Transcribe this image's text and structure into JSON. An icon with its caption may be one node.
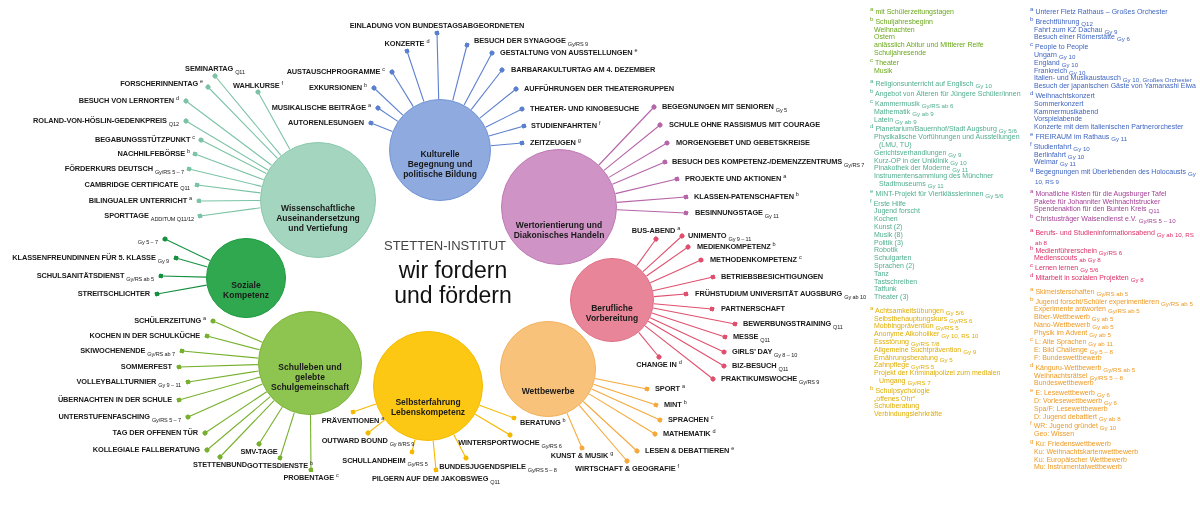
{
  "diagram": {
    "title": "STETTEN-INSTITUT",
    "nodes": [
      {
        "text": [
          "Wissenschaftliche Auseinandersetzung und Vertiefung"
        ]
      },
      {
        "text": [
          "SEMINARTAG $_{Q11}$"
        ]
      },
      {
        "text": [
          "FORSCHERINNENTAG $^{e}$"
        ]
      },
      {
        "text": [
          "WAHLKURSE $^{f}$"
        ]
      },
      {
        "text": [
          "BESUCH VON LERNORTEN $^{d}$"
        ]
      },
      {
        "text": [
          "ROLAND-VON-HÖSLIN-GEDENKPREIS $_{Q12}$"
        ]
      },
      {
        "text": [
          "BEGABUNGSSTÜTZPUNKT $^{c}$"
        ]
      },
      {
        "text": [
          "NACHHILFEBÖRSE $^{b}$"
        ]
      },
      {
        "text": [
          "FÖRDERKURS DEUTSCH $_{Gy/RS 5 – 7}$"
        ]
      },
      {
        "text": [
          "CAMBRIDGE CERTIFICATE $_{Q11}$"
        ]
      },
      {
        "text": [
          "BILINGUALER UNTERRICHT $^{a}$"
        ]
      },
      {
        "text": [
          "SPORTTAGE $_{ADDITUM Q11/12}$"
        ]
      },
      {
        "text": [
          "Kulturelle Begegnung und politische Bildung"
        ]
      },
      {
        "text": [
          "EINLADUNG VON BUNDESTAGSABGEORDNETEN"
        ]
      },
      {
        "text": [
          "KONZERTE $^{d}$"
        ]
      },
      {
        "text": [
          "BESUCH DER SYNAGOGE $_{Gy/RS 9}$"
        ]
      },
      {
        "text": [
          "AUSTAUSCHPROGRAMME $^{c}$"
        ]
      },
      {
        "text": [
          "EXKURSIONEN $^{b}$"
        ]
      },
      {
        "text": [
          "GESTALTUNG VON AUSSTELLUNGEN $^{e}$"
        ]
      },
      {
        "text": [
          "BARBARAKULTURTAG AM 4. DEZEMBER"
        ]
      },
      {
        "text": [
          "MUSIKALISCHE BEITRÄGE $^{a}$"
        ]
      },
      {
        "text": [
          "AUFFÜHRUNGEN DER THEATERGRUPPEN"
        ]
      },
      {
        "text": [
          "AUTORENLESUNGEN"
        ]
      },
      {
        "text": [
          "THEATER- UND KINOBESUCHE"
        ]
      },
      {
        "text": [
          "STUDIENFAHRTEN $^{f}$"
        ]
      },
      {
        "text": [
          "ZEITZEUGEN $^{g}$"
        ]
      },
      {
        "text": [
          "Wertorientierung und Diakonisches Handeln"
        ]
      },
      {
        "text": [
          "BEGEGNUNGEN MIT SENIOREN $_{Gy 5}$"
        ]
      },
      {
        "text": [
          "SCHULE OHNE RASSISMUS MIT COURAGE"
        ]
      },
      {
        "text": [
          "MORGENGEBET UND GEBETSKREISE"
        ]
      },
      {
        "text": [
          "BESUCH DES KOMPETENZ-/DEMENZZENTRUMS $_{Gy/RS 7}$"
        ]
      },
      {
        "text": [
          "PROJEKTE UND AKTIONEN $^{a}$"
        ]
      },
      {
        "text": [
          "KLASSEN-PATENSCHAFTEN $^{b}$"
        ]
      },
      {
        "text": [
          "BESINNUNGSTAGE $_{Gy 11}$"
        ]
      },
      {
        "text": [
          "Soziale Kompetenz"
        ]
      },
      {
        "text": [
          "$_{Gy 5 – 7}$"
        ]
      },
      {
        "text": [
          "KLASSENFREUNDINNEN FÜR 5. KLASSE $_{Gy 9}$"
        ]
      },
      {
        "text": [
          "SCHULSANITÄTSDIENST $_{Gy/RS ab 5}$"
        ]
      },
      {
        "text": [
          "STREITSCHLICHTER"
        ]
      },
      {
        "text": [
          "Berufliche Vorbereitung"
        ]
      },
      {
        "text": [
          "BUS-ABEND $^{a}$"
        ]
      },
      {
        "text": [
          "UNIMENTO $_{Gy 9 – 11}$"
        ]
      },
      {
        "text": [
          "MEDIENKOMPETENZ $^{b}$"
        ]
      },
      {
        "text": [
          "METHODENKOMPETENZ $^{c}$"
        ]
      },
      {
        "text": [
          "BETRIEBSBESICHTIGUNGEN"
        ]
      },
      {
        "text": [
          "FRÜHSTUDIUM UNIVERSITÄT AUGSBURG $_{Gy ab 10}$"
        ]
      },
      {
        "text": [
          "PARTNERSCHAFT"
        ]
      },
      {
        "text": [
          "BEWERBUNGSTRAINING $_{Q11}$"
        ]
      },
      {
        "text": [
          "MESSE $_{Q11}$"
        ]
      },
      {
        "text": [
          "GIRLS’ DAY $_{Gy 8 – 10}$"
        ]
      },
      {
        "text": [
          "BIZ-BESUCH $_{Q11}$"
        ]
      },
      {
        "text": [
          "CHANGE IN $^{d}$"
        ]
      },
      {
        "text": [
          "PRAKTIKUMSWOCHE $_{Gy/RS 9}$"
        ]
      },
      {
        "text": [
          "Schulleben und gelebte Schulgemeinschaft"
        ]
      },
      {
        "text": [
          "SCHÜLERZEITUNG $^{a}$"
        ]
      },
      {
        "text": [
          "KOCHEN IN DER SCHULKÜCHE"
        ]
      },
      {
        "text": [
          "SKIWOCHENENDE $_{Gy/RS ab 7}$"
        ]
      },
      {
        "text": [
          "SOMMERFEST"
        ]
      },
      {
        "text": [
          "VOLLEYBALLTURNIER $_{Gy 9 – 11}$"
        ]
      },
      {
        "text": [
          "ÜBERNACHTEN IN DER SCHULE"
        ]
      },
      {
        "text": [
          "UNTERSTUFENFASCHING $_{Gy/RS 5 – 7}$"
        ]
      },
      {
        "text": [
          "TAG DER OFFENEN TÜR"
        ]
      },
      {
        "text": [
          "KOLLEGIALE FALLBERATUNG"
        ]
      },
      {
        "text": [
          "STETTENBUND"
        ]
      },
      {
        "text": [
          "SMV-TAGE"
        ]
      },
      {
        "text": [
          "GOTTESDIENSTE $^{b}$"
        ]
      },
      {
        "text": [
          "PROBENTAGE $^{c}$"
        ]
      },
      {
        "text": [
          "Selbsterfahrung Lebenskompetenz"
        ]
      },
      {
        "text": [
          "PRÄVENTIONEN $^{a}$"
        ]
      },
      {
        "text": [
          "OUTWARD BOUND $_{Gy 8/RS 9}$"
        ]
      },
      {
        "text": [
          "SCHULLANDHEIM $_{Gy/RS 5}$"
        ]
      },
      {
        "text": [
          "PILGERN AUF DEM JAKOBSWEG $_{Q11}$"
        ]
      },
      {
        "text": [
          "BUNDESJUGENDSPIELE $_{Gy/RS 5 – 8}$"
        ]
      },
      {
        "text": [
          "WINTERSPORTWOCHE $_{Gy/RS 6}$"
        ]
      },
      {
        "text": [
          "BERATUNG $^{b}$"
        ]
      },
      {
        "text": [
          "Wettbewerbe"
        ]
      },
      {
        "text": [
          "SPORT $^{a}$"
        ]
      },
      {
        "text": [
          "MINT $^{b}$"
        ]
      },
      {
        "text": [
          "SPRACHEN $^{c}$"
        ]
      },
      {
        "text": [
          "MATHEMATIK $^{d}$"
        ]
      },
      {
        "text": [
          "LESEN & DEBATTIEREN $^{e}$"
        ]
      },
      {
        "text": [
          "KUNST & MUSIK $^{g}$"
        ]
      },
      {
        "text": [
          "WIRTSCHAFT & GEOGRAFIE $^{f}$"
        ]
      }
    ],
    "edges": [
      {
        "from": 0,
        "to": 1,
        "arrow": "other",
        "color": "#7cc3a6"
      },
      {
        "from": 0,
        "to": 2,
        "arrow": "other",
        "color": "#7cc3a6"
      },
      {
        "from": 0,
        "to": 3,
        "arrow": "other",
        "color": "#7cc3a6"
      },
      {
        "from": 0,
        "to": 4,
        "arrow": "other",
        "color": "#7cc3a6"
      },
      {
        "from": 0,
        "to": 5,
        "arrow": "other",
        "color": "#7cc3a6"
      },
      {
        "from": 0,
        "to": 6,
        "arrow": "other",
        "color": "#7cc3a6"
      },
      {
        "from": 0,
        "to": 7,
        "arrow": "other",
        "color": "#7cc3a6"
      },
      {
        "from": 0,
        "to": 8,
        "arrow": "other",
        "color": "#7cc3a6"
      },
      {
        "from": 0,
        "to": 9,
        "arrow": "other",
        "color": "#7cc3a6"
      },
      {
        "from": 0,
        "to": 10,
        "arrow": "other",
        "color": "#7cc3a6"
      },
      {
        "from": 0,
        "to": 11,
        "arrow": "other",
        "color": "#7cc3a6"
      },
      {
        "from": 12,
        "to": 13,
        "arrow": "other",
        "color": "#5b7fcf"
      },
      {
        "from": 12,
        "to": 14,
        "arrow": "other",
        "color": "#5b7fcf"
      },
      {
        "from": 12,
        "to": 15,
        "arrow": "other",
        "color": "#5b7fcf"
      },
      {
        "from": 12,
        "to": 16,
        "arrow": "other",
        "color": "#5b7fcf"
      },
      {
        "from": 12,
        "to": 17,
        "arrow": "other",
        "color": "#5b7fcf"
      },
      {
        "from": 12,
        "to": 18,
        "arrow": "other",
        "color": "#5b7fcf"
      },
      {
        "from": 12,
        "to": 19,
        "arrow": "other",
        "color": "#5b7fcf"
      },
      {
        "from": 12,
        "to": 20,
        "arrow": "other",
        "color": "#5b7fcf"
      },
      {
        "from": 12,
        "to": 21,
        "arrow": "other",
        "color": "#5b7fcf"
      },
      {
        "from": 12,
        "to": 22,
        "arrow": "other",
        "color": "#5b7fcf"
      },
      {
        "from": 12,
        "to": 23,
        "arrow": "other",
        "color": "#5b7fcf"
      },
      {
        "from": 12,
        "to": 24,
        "arrow": "other",
        "color": "#5b7fcf"
      },
      {
        "from": 12,
        "to": 25,
        "arrow": "other",
        "color": "#5b7fcf"
      },
      {
        "from": 26,
        "to": 27,
        "arrow": "other",
        "color": "#b565a8"
      },
      {
        "from": 26,
        "to": 28,
        "arrow": "other",
        "color": "#b565a8"
      },
      {
        "from": 26,
        "to": 29,
        "arrow": "other",
        "color": "#b565a8"
      },
      {
        "from": 26,
        "to": 30,
        "arrow": "other",
        "color": "#b565a8"
      },
      {
        "from": 26,
        "to": 31,
        "arrow": "other",
        "color": "#b565a8"
      },
      {
        "from": 26,
        "to": 32,
        "arrow": "other",
        "color": "#b565a8"
      },
      {
        "from": 26,
        "to": 33,
        "arrow": "other",
        "color": "#b565a8"
      },
      {
        "from": 34,
        "to": 35,
        "arrow": "other",
        "color": "#159040"
      },
      {
        "from": 34,
        "to": 36,
        "arrow": "other",
        "color": "#159040"
      },
      {
        "from": 34,
        "to": 37,
        "arrow": "other",
        "color": "#159040"
      },
      {
        "from": 34,
        "to": 38,
        "arrow": "other",
        "color": "#159040"
      },
      {
        "from": 39,
        "to": 40,
        "arrow": "other",
        "color": "#e0506e"
      },
      {
        "from": 39,
        "to": 41,
        "arrow": "other",
        "color": "#e0506e"
      },
      {
        "from": 39,
        "to": 42,
        "arrow": "other",
        "color": "#e0506e"
      },
      {
        "from": 39,
        "to": 43,
        "arrow": "other",
        "color": "#e0506e"
      },
      {
        "from": 39,
        "to": 44,
        "arrow": "other",
        "color": "#e0506e"
      },
      {
        "from": 39,
        "to": 45,
        "arrow": "other",
        "color": "#e0506e"
      },
      {
        "from": 39,
        "to": 46,
        "arrow": "other",
        "color": "#e0506e"
      },
      {
        "from": 39,
        "to": 47,
        "arrow": "other",
        "color": "#e0506e"
      },
      {
        "from": 39,
        "to": 48,
        "arrow": "other",
        "color": "#e0506e"
      },
      {
        "from": 39,
        "to": 49,
        "arrow": "other",
        "color": "#e0506e"
      },
      {
        "from": 39,
        "to": 50,
        "arrow": "other",
        "color": "#e0506e"
      },
      {
        "from": 39,
        "to": 51,
        "arrow": "other",
        "color": "#e0506e"
      },
      {
        "from": 39,
        "to": 52,
        "arrow": "other",
        "color": "#e0506e"
      },
      {
        "from": 53,
        "to": 54,
        "arrow": "other",
        "color": "#76b02c"
      },
      {
        "from": 53,
        "to": 55,
        "arrow": "other",
        "color": "#76b02c"
      },
      {
        "from": 53,
        "to": 56,
        "arrow": "other",
        "color": "#76b02c"
      },
      {
        "from": 53,
        "to": 57,
        "arrow": "other",
        "color": "#76b02c"
      },
      {
        "from": 53,
        "to": 58,
        "arrow": "other",
        "color": "#76b02c"
      },
      {
        "from": 53,
        "to": 59,
        "arrow": "other",
        "color": "#76b02c"
      },
      {
        "from": 53,
        "to": 60,
        "arrow": "other",
        "color": "#76b02c"
      },
      {
        "from": 53,
        "to": 61,
        "arrow": "other",
        "color": "#76b02c"
      },
      {
        "from": 53,
        "to": 62,
        "arrow": "other",
        "color": "#76b02c"
      },
      {
        "from": 53,
        "to": 63,
        "arrow": "other",
        "color": "#76b02c"
      },
      {
        "from": 53,
        "to": 64,
        "arrow": "other",
        "color": "#76b02c"
      },
      {
        "from": 53,
        "to": 65,
        "arrow": "other",
        "color": "#76b02c"
      },
      {
        "from": 53,
        "to": 66,
        "arrow": "other",
        "color": "#76b02c"
      },
      {
        "from": 67,
        "to": 68,
        "arrow": "other",
        "color": "#f5b800"
      },
      {
        "from": 67,
        "to": 69,
        "arrow": "other",
        "color": "#f5b800"
      },
      {
        "from": 67,
        "to": 70,
        "arrow": "other",
        "color": "#f5b800"
      },
      {
        "from": 67,
        "to": 71,
        "arrow": "other",
        "color": "#f5b800"
      },
      {
        "from": 67,
        "to": 72,
        "arrow": "other",
        "color": "#f5b800"
      },
      {
        "from": 67,
        "to": 73,
        "arrow": "other",
        "color": "#f5b800"
      },
      {
        "from": 67,
        "to": 74,
        "arrow": "other",
        "color": "#f5b800"
      },
      {
        "from": 75,
        "to": 76,
        "arrow": "other",
        "color": "#f5a93c"
      },
      {
        "from": 75,
        "to": 77,
        "arrow": "other",
        "color": "#f5a93c"
      },
      {
        "from": 75,
        "to": 78,
        "arrow": "other",
        "color": "#f5a93c"
      },
      {
        "from": 75,
        "to": 79,
        "arrow": "other",
        "color": "#f5a93c"
      },
      {
        "from": 75,
        "to": 80,
        "arrow": "other",
        "color": "#f5a93c"
      },
      {
        "from": 75,
        "to": 81,
        "arrow": "other",
        "color": "#f5a93c"
      },
      {
        "from": 75,
        "to": 82,
        "arrow": "other",
        "color": "#f5a93c"
      }
    ],
    "labels": [
      "wir fordern und fördern",
      "$^{a}$ mit Schülerzeitungstagen",
      "$^{b}$ Schuljahresbeginn",
      "Weihnachten",
      "Ostern",
      "anlässlich Abitur und Mittlerer Reife",
      "Schuljahresende",
      "$^{c}$ Theater",
      "Musik",
      "$^{a}$ Religionsunterricht auf Englisch $_{Gy 10}$",
      "$^{b}$ Angebot von Älteren für Jüngere Schüler/innen",
      "$^{c}$ Kammermusik $_{Gy/RS ab 6}$",
      "Mathematik $_{Gy ab 9}$",
      "Latein $_{Gy ab 9}$",
      "$^{d}$ Planetarium/Bauernhof/Stadt Augsburg $_{Gy 5/6}$",
      "Physikalische Vorführungen und Ausstellungen (LMU, TU)",
      "Gerichtsverhandlungen $_{Gy 9}$",
      "Kurz-OP in der Uniklinik $_{Gy 10}$",
      "Pinakothek der Moderne $_{Gy 11}$",
      "Instrumentensammlung des Münchner Stadtmuseums $_{Gy 11}$",
      "$^{e}$ MINT-Projekt für Viertklässlerinnen $_{Gy 5/6}$",
      "$^{f}$ Erste Hilfe",
      "Jugend forscht",
      "Kochen",
      "Kunst (2)",
      "Musik (8)",
      "Politik (3)",
      "Robotik",
      "Schulgarten",
      "Sprachen (2)",
      "Tanz",
      "Tastschreiben",
      "Tatfunk",
      "Theater (3)",
      "$^{a}$ Achtsamkeitsübungen $_{Gy 5/6}$",
      "Selbstbehauptungskurs $_{Gy/RS 6}$",
      "Mobbingprävention $_{Gy/RS 5}$",
      "Anonyme Alkoholiker $_{Gy 10, RS 10}$",
      "Essstörung $_{Gy/RS 7/8}$",
      "Allgemeine Suchtprävention $_{Gy 9}$",
      "Ernährungsberatung $_{Gy 5}$",
      "Zahnpflege $_{Gy/RS 5}$",
      "Projekt der Kriminalpolizei zum medialen Umgang $_{Gy/RS 7}$",
      "$^{b}$ Schulpsychologie",
      "„offenes Ohr“",
      "Schulberatung",
      "Verbindungslehrkräfte",
      "$^{a}$ Unterer Fletz Rathaus – Großes Orchester",
      "$^{b}$ Brechtführung $_{Q12}$",
      "Fahrt zum KZ Dachau $_{Gy 9}$",
      "Besuch einer Römerstätte $_{Gy 6}$",
      "$^{c}$ People to People",
      "Ungarn $_{Gy 10}$",
      "England $_{Gy 10}$",
      "Frankreich $_{Gy 10}$",
      "Italien- und Musikaustausch $_{Gy 10, Großes Orchester}$",
      "Besuch der japanischen Gäste von Yamanashi Eiwa",
      "$^{d}$ Weihnachtskonzert",
      "Sommerkonzert",
      "Kammermusikabend",
      "Vorspielabende",
      "Konzerte mit dem italienischen Partnerorchester",
      "$^{e}$ FREIRAUM im Rathaus $_{Gy 11}$",
      "$^{f}$ Studienfahrt $_{Gy 10}$",
      "Berlinfahrt $_{Gy 10}$",
      "Weimar $_{Gy 11}$",
      "$^{g}$ Begegnungen mit Überlebenden des Holocausts $_{Gy 10, RS 9}$",
      "$^{a}$ Monatliche Kisten für die Augsburger Tafel",
      "Pakete für Johanniter Weihnachtstrucker",
      "Spendenaktion für den Bunten Kreis $_{Q11}$",
      "$^{b}$ Christusträger Waisendienst e.V. $_{Gy/RS 5 – 10}$",
      "$^{a}$ Berufs- und Studieninformationsabend $_{Gy ab 10, RS ab 8}$",
      "$^{b}$ Medienführerschein $_{Gy/RS 6}$",
      "Medienscouts $_{ab Gy 8}$",
      "$^{c}$ Lernen lernen $_{Gy 5/6}$",
      "$^{d}$ Mitarbeit in sozialen Projekten $_{Gy 8}$",
      "$^{a}$ Skimeisterschaften $_{Gy/RS ab 5}$",
      "$^{b}$ Jugend forscht/Schüler experimentieren $_{Gy/RS ab 5}$",
      "Experimente antworten $_{Gy/RS ab 5}$",
      "Biber-Wettbewerb $_{Gy ab 5}$",
      "Nano-Wettbewerb $_{Gy ab 5}$",
      "Physik im Advent $_{Gy ab 5}$",
      "$^{c}$ L: Alte Sprachen $_{Gy ab 11}$",
      "E: Bild Challenge $_{Gy 5 – 8}$",
      "F: Bundeswettbewerb",
      "$^{d}$ Känguru-Wettbewerb $_{Gy/RS ab 5}$",
      "Weihnachtsrätsel $_{Gy/RS 5 – 8}$",
      "Bundeswettbewerb",
      "$^{e}$ E: Lesewettbewerb $_{Gy 6}$",
      "D: Vorlesewettbewerb $_{Gy 6}$",
      "Spa/F: Lesewettbewerb",
      "D: Jugend debattiert $_{Gy ab 8}$",
      "$^{f}$ WR: Jugend gründet $_{Gy 10}$",
      "Geo: Wissen",
      "$^{g}$ Ku: Friedenswettbewerb",
      "Ku: Weihnachtskartenwettbewerb",
      "Ku: Europäischer Wettbewerb",
      "Mu: Instrumentalwettbewerb"
    ]
  }
}
